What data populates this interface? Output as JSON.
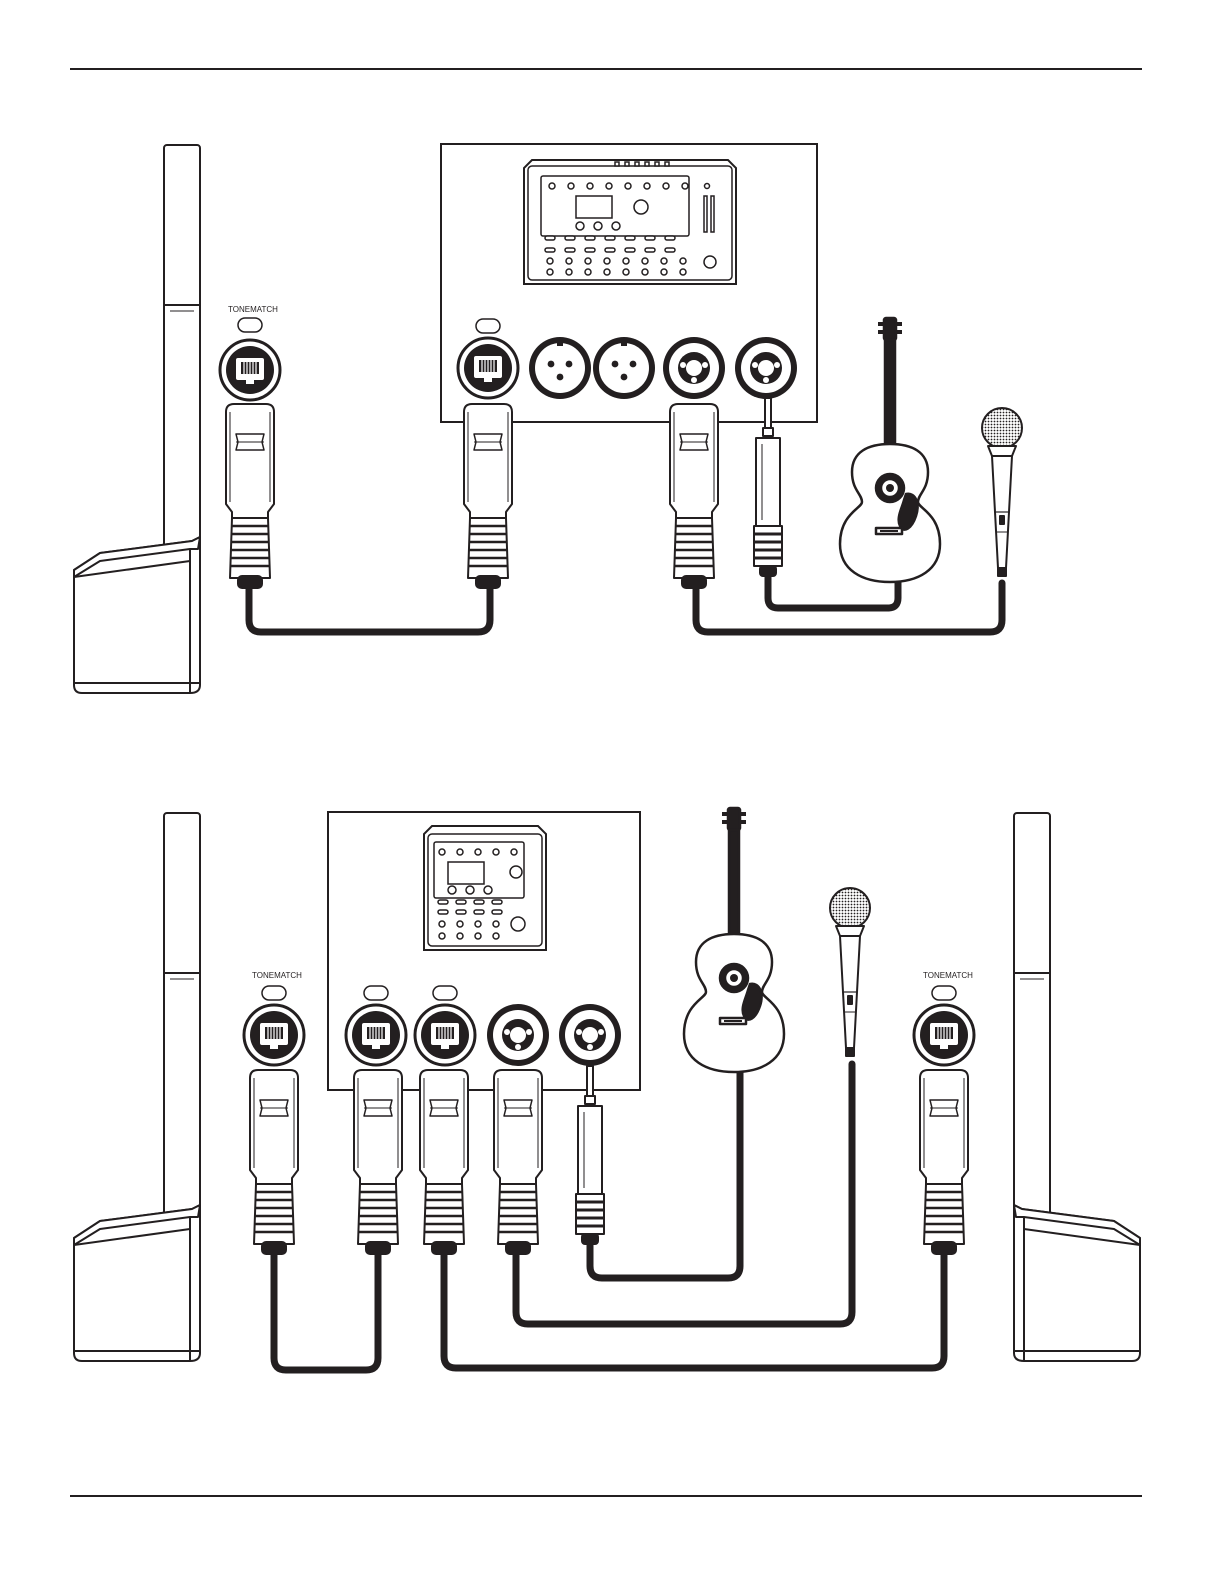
{
  "tonematch_label": "TONEMATCH",
  "colors": {
    "ink": "#231f20",
    "paper": "#ffffff",
    "panel_gray": "#d9d9d9"
  },
  "icons": [
    "speaker-array-icon",
    "tonematch-port-icon",
    "mixer-icon",
    "xlr-input-icon",
    "combo-input-icon",
    "tonematch-cable-plug-icon",
    "quarter-inch-plug-icon",
    "acoustic-guitar-icon",
    "microphone-icon"
  ],
  "diagrams": [
    {
      "name": "single-system",
      "speakers": 1,
      "mixer": "8-channel",
      "sources": [
        "acoustic-guitar",
        "microphone"
      ]
    },
    {
      "name": "dual-system",
      "speakers": 2,
      "mixer": "4-channel",
      "sources": [
        "acoustic-guitar",
        "microphone"
      ]
    }
  ]
}
